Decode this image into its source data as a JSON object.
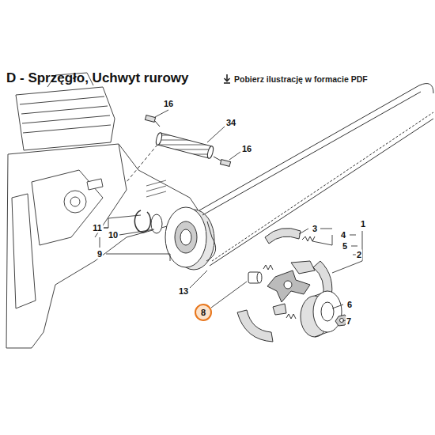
{
  "diagram": {
    "title": "D - Sprzęgło, Uchwyt rurowy",
    "nodes": [
      {
        "text": [
          "8"
        ]
      }
    ],
    "edges": [],
    "labels": [
      "Pobierz ilustrację w formacie PDF",
      "16",
      "34",
      "16",
      "11",
      "10",
      "9",
      "3",
      "4",
      "1",
      "5",
      "2",
      "13",
      "6",
      "7"
    ]
  }
}
